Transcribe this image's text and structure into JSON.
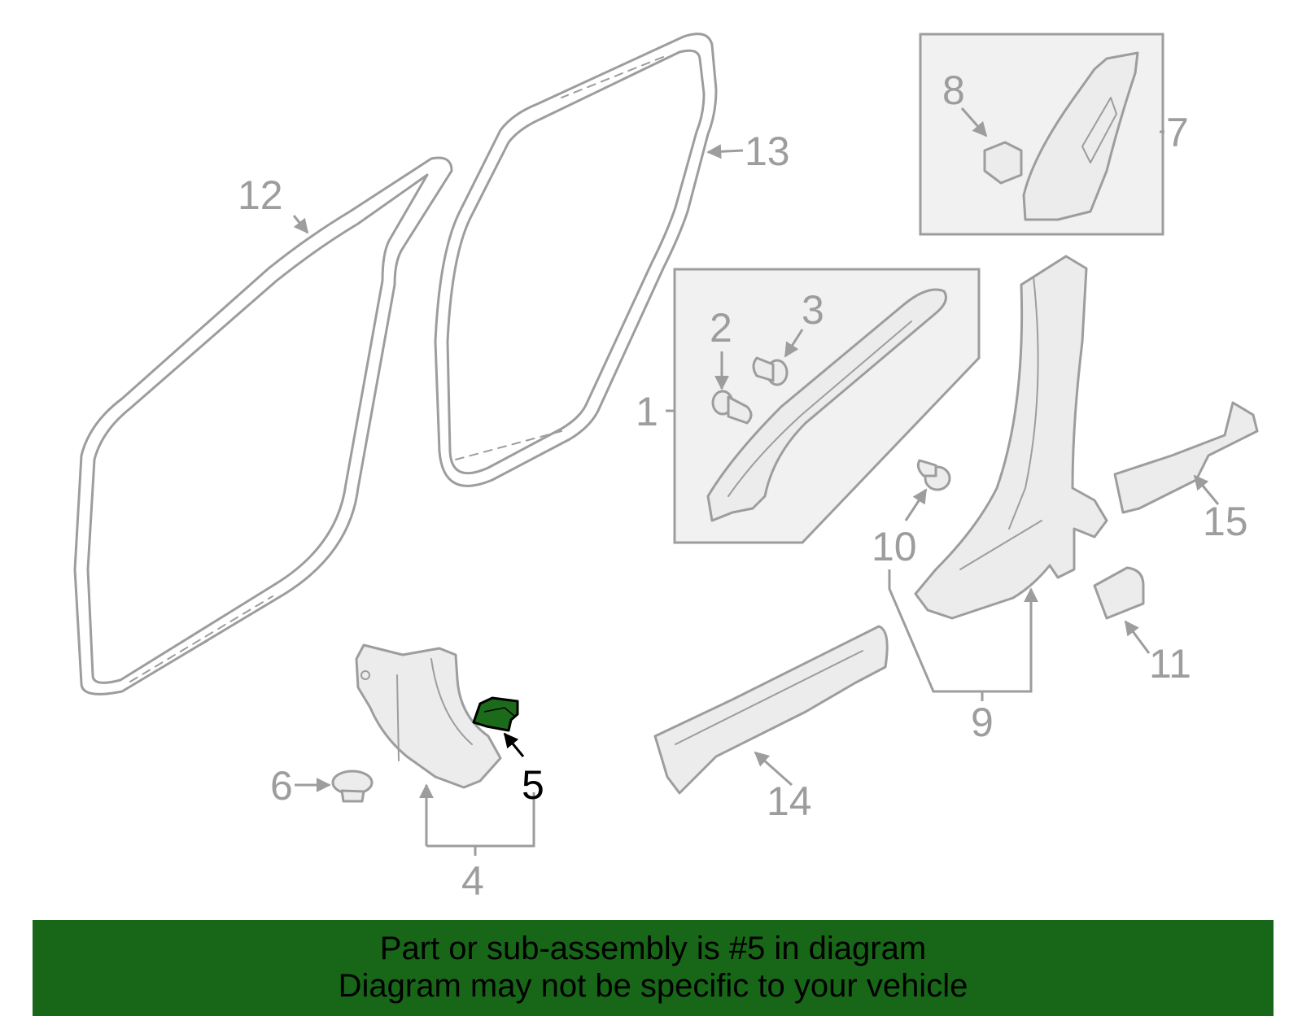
{
  "diagram": {
    "highlight_color": "#1b6b1b",
    "part_color": "#9d9d9d",
    "highlighted_part": "5",
    "callouts": {
      "c1": "1",
      "c2": "2",
      "c3": "3",
      "c4": "4",
      "c5": "5",
      "c6": "6",
      "c7": "7",
      "c8": "8",
      "c9": "9",
      "c10": "10",
      "c11": "11",
      "c12": "12",
      "c13": "13",
      "c14": "14",
      "c15": "15"
    }
  },
  "banner": {
    "background": "#186618",
    "line1": "Part or sub-assembly is #5 in diagram",
    "line2": "Diagram may not be specific to your vehicle"
  }
}
